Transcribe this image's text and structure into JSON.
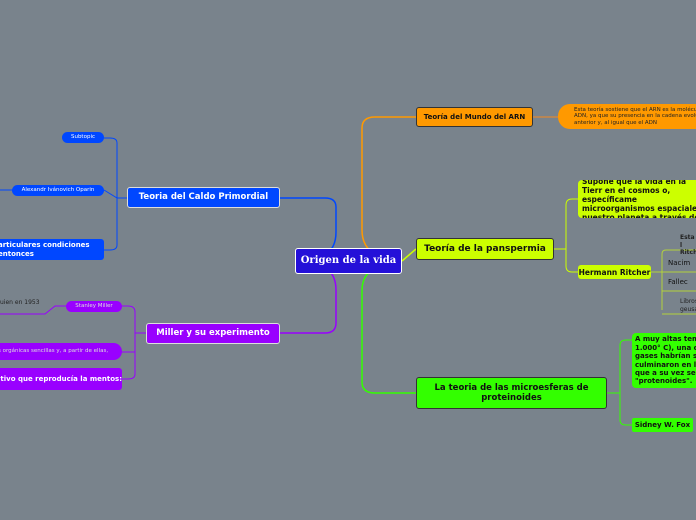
{
  "center": "Origen de la vida",
  "colors": {
    "background": "#79838c",
    "center": "#2410d8",
    "orange": "#ff9900",
    "lime": "#ccff00",
    "green": "#33ff00",
    "blue": "#0047ff",
    "purple": "#9900ff"
  },
  "right": {
    "arn": {
      "label": "Teoría del Mundo del ARN",
      "note": "Esta teoría sostiene que el ARN es la molécu ADN, ya que su presencia en la cadena evolu anterior y, al igual que el ADN"
    },
    "panspermia": {
      "label": "Teoría de la panspermia",
      "supone": "Supone que la vida en la Tierr en el cosmos o, específicame microorganismos espaciales nuestro planeta a través de:",
      "ritcher": "Hermann Ritcher",
      "details": [
        "Esta l Ritche",
        "Nacim",
        "Fallec",
        "Libros geusam"
      ]
    },
    "microesferas": {
      "label": "La teoria de las microesferas de proteinoides",
      "note": "A muy altas tem 1.000° C), una c gases habrían s culminaron en la que a su vez se \"protenoides\".",
      "fox": "Sidney W. Fox"
    }
  },
  "left": {
    "caldo": {
      "label": "Teoria del Caldo Primordial",
      "subtopic": "Subtopic",
      "oparin": "Alexandr Ivánovich Oparin",
      "particulares": "articulares condiciones entonces"
    },
    "miller": {
      "label": "Miller y su experimento",
      "stanley": "Stanley Miller",
      "quien": "uien en 1953",
      "organicas": "s orgánicas sencillas y, a partir de ellas,",
      "ditivo": "itivo que reproducía la mentos:"
    }
  }
}
